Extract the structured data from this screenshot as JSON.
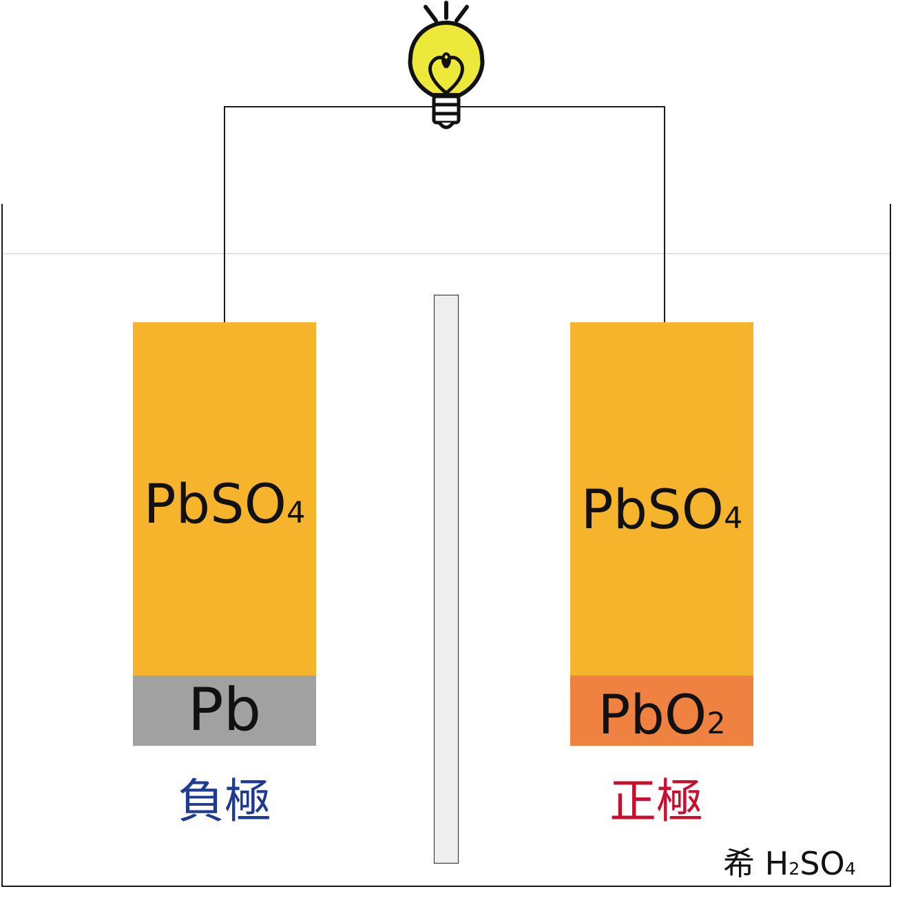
{
  "colors": {
    "pbso4": "#F6B42C",
    "pb": "#A0A1A0",
    "pbo2": "#EF8240",
    "negative": "#1F3A93",
    "positive": "#C8102E",
    "bulb": "#EDE93A",
    "separator": "#EDEFEE"
  },
  "bulb": {
    "icon": "light-bulb-icon"
  },
  "left_electrode": {
    "upper": {
      "main": "PbSO",
      "sub": "4"
    },
    "lower": {
      "main": "Pb",
      "sub": ""
    },
    "pole_label": "負極"
  },
  "right_electrode": {
    "upper": {
      "main": "PbSO",
      "sub": "4"
    },
    "lower": {
      "main": "PbO",
      "sub": "2"
    },
    "pole_label": "正極"
  },
  "electrolyte": {
    "prefix": "希 H",
    "sub1": "2",
    "mid": "SO",
    "sub2": "4"
  }
}
